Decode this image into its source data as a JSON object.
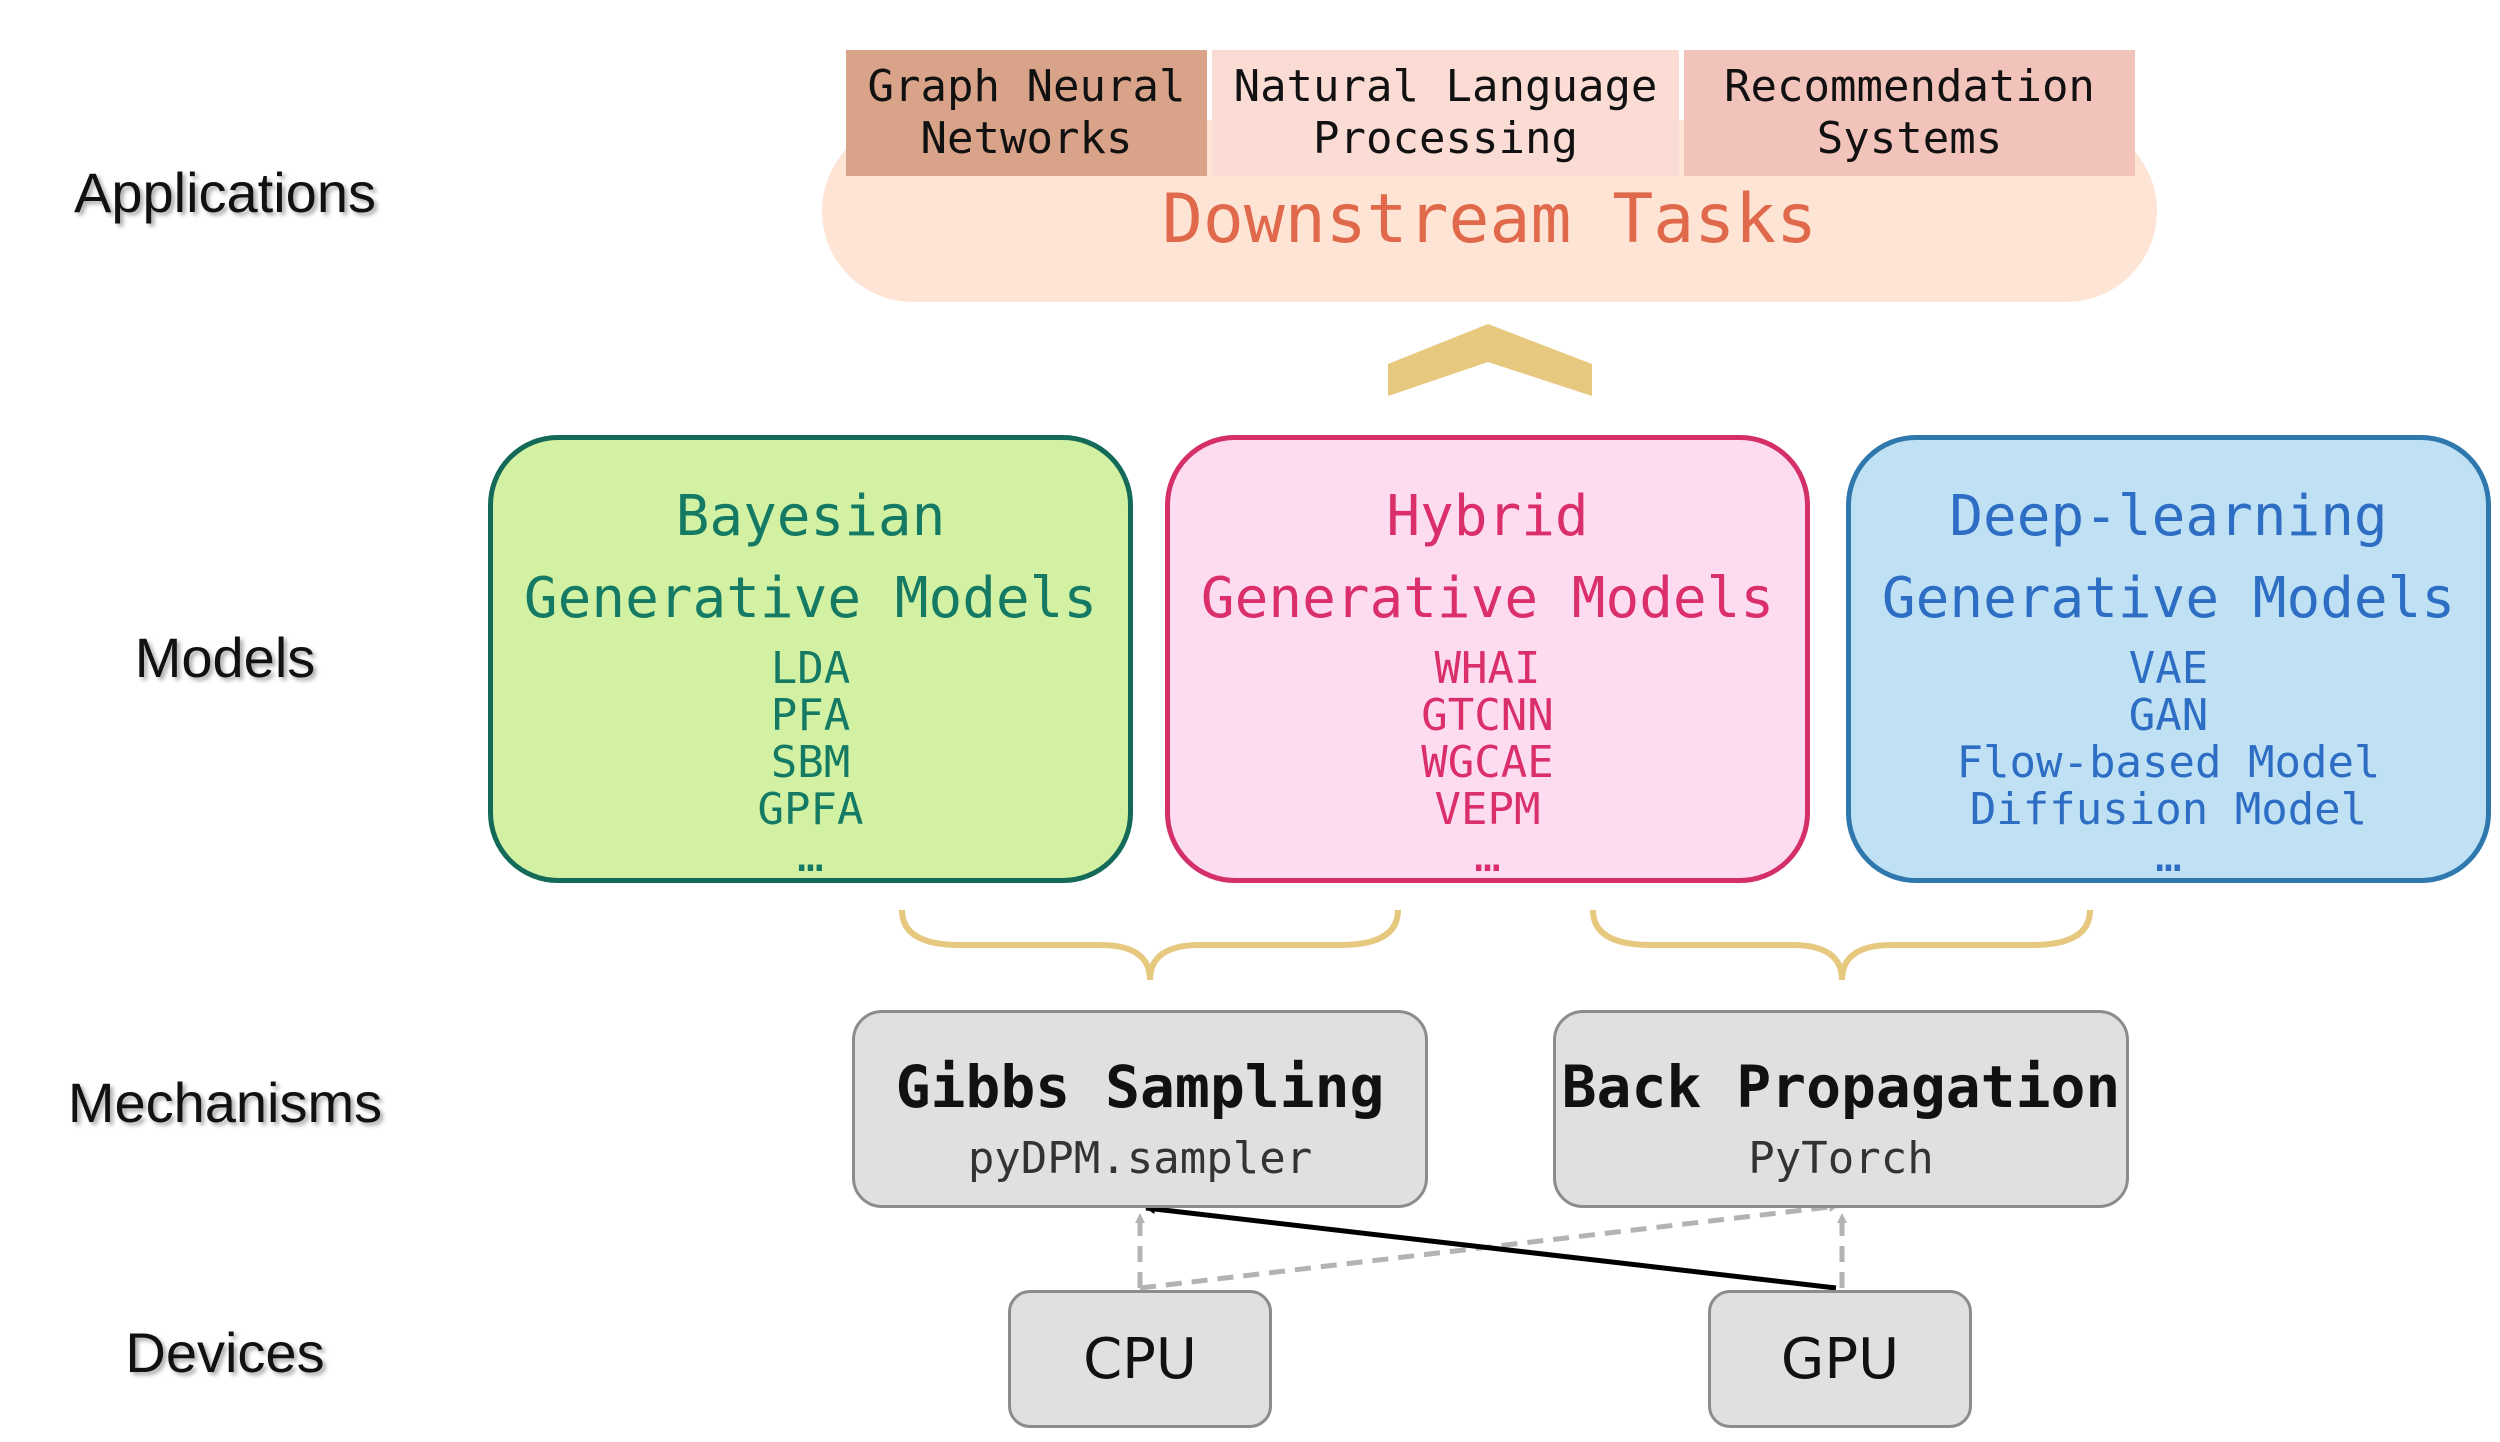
{
  "layers": {
    "applications": "Applications",
    "models": "Models",
    "mechanisms": "Mechanisms",
    "devices": "Devices"
  },
  "applications": {
    "items": [
      {
        "label": "Graph Neural\nNetworks",
        "color": "#d8a389"
      },
      {
        "label": "Natural Language\nProcessing",
        "color": "#fbdcd4"
      },
      {
        "label": "Recommendation\nSystems",
        "color": "#f2c3bb"
      }
    ],
    "title": "Downstream Tasks",
    "title_color": "#e0694c",
    "background_color": "#fde4d4"
  },
  "models": [
    {
      "title_line1": "Bayesian",
      "title_line2": "Generative Models",
      "items": [
        "LDA",
        "PFA",
        "SBM",
        "GPFA",
        "…"
      ],
      "text_color": "#157a63",
      "fill_color": "#d3f1a3",
      "border_color": "#136a58"
    },
    {
      "title_line1": "Hybrid",
      "title_line2": "Generative Models",
      "items": [
        "WHAI",
        "GTCNN",
        "WGCAE",
        "VEPM",
        "…"
      ],
      "text_color": "#db2f6c",
      "fill_color": "#fddcf2",
      "border_color": "#d42f68"
    },
    {
      "title_line1": "Deep-learning",
      "title_line2": "Generative Models",
      "items": [
        "VAE",
        "GAN",
        "Flow-based Model",
        "Diffusion Model",
        "…"
      ],
      "text_color": "#2d6ec4",
      "fill_color": "#bfe1f3",
      "border_color": "#2f78ad"
    }
  ],
  "mechanisms": [
    {
      "title": "Gibbs Sampling",
      "subtitle": "pyDPM.sampler"
    },
    {
      "title": "Back Propagation",
      "subtitle": "PyTorch"
    }
  ],
  "devices": [
    "CPU",
    "GPU"
  ],
  "colors": {
    "arrow_chevron": "#e6c87f",
    "brace": "#e6c87f",
    "solid_connection": "#000000",
    "dashed_connection": "#b3b3b3"
  }
}
